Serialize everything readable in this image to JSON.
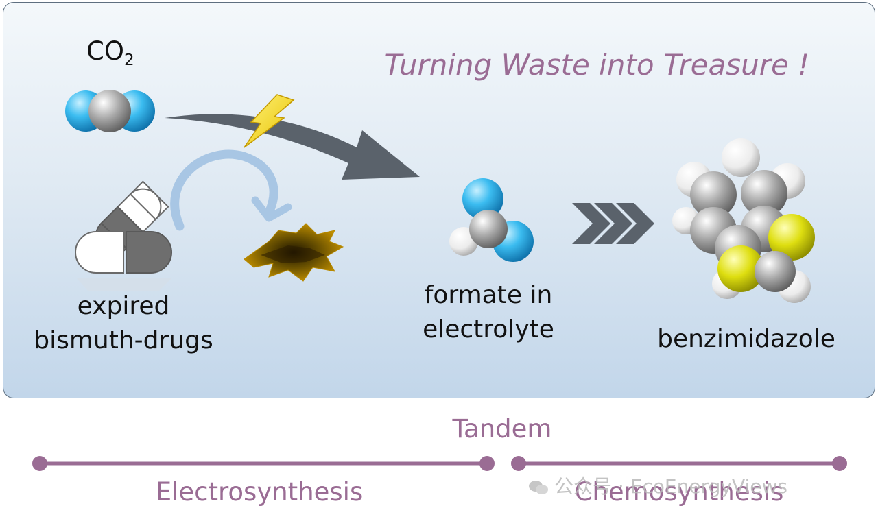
{
  "title": "Turning Waste into Treasure !",
  "co2": {
    "main": "CO",
    "sub": "2"
  },
  "drug_label": {
    "line1": "expired",
    "line2": "bismuth-drugs"
  },
  "formate_label": {
    "line1": "formate in",
    "line2": "electrolyte"
  },
  "product_label": "benzimidazole",
  "timeline": {
    "tandem": "Tandem",
    "left_stage": "Electrosynthesis",
    "right_stage": "Chemosynthesis"
  },
  "watermark": "公众号 · EcoEnergyViews",
  "colors": {
    "accent": "#9a6c94",
    "arrow": "#5a626b",
    "oxygen": "#2fa8e0",
    "carbon": "#9a9a9a",
    "hydrogen": "#f2f2f2",
    "sulfur": "#d6d600",
    "bolt": "#f5d800"
  },
  "icons": [
    "lightning-bolt-icon",
    "recycle-arrow-icon",
    "capsule-icon",
    "chevron-arrows-icon",
    "wechat-icon"
  ]
}
